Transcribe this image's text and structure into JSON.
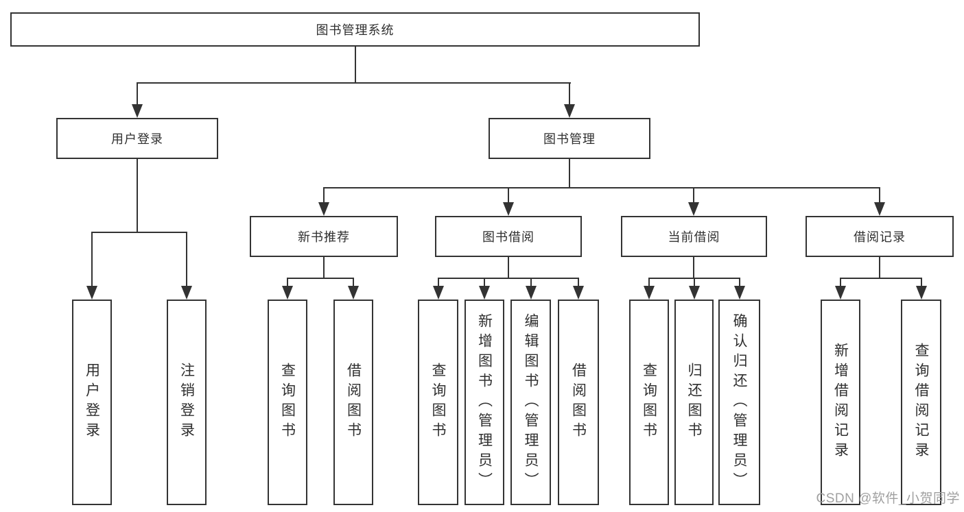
{
  "diagram": {
    "root": {
      "label": "图书管理系统"
    },
    "branches": [
      {
        "label": "用户登录",
        "children": [
          {
            "label": "用户登录"
          },
          {
            "label": "注销登录"
          }
        ]
      },
      {
        "label": "图书管理",
        "children": [
          {
            "label": "新书推荐",
            "children": [
              {
                "label": "查询图书"
              },
              {
                "label": "借阅图书"
              }
            ]
          },
          {
            "label": "图书借阅",
            "children": [
              {
                "label": "查询图书"
              },
              {
                "label": "新增图书（管理员）"
              },
              {
                "label": "编辑图书（管理员）"
              },
              {
                "label": "借阅图书"
              }
            ]
          },
          {
            "label": "当前借阅",
            "children": [
              {
                "label": "查询图书"
              },
              {
                "label": "归还图书"
              },
              {
                "label": "确认归还（管理员）"
              }
            ]
          },
          {
            "label": "借阅记录",
            "children": [
              {
                "label": "新增借阅记录"
              },
              {
                "label": "查询借阅记录"
              }
            ]
          }
        ]
      }
    ]
  },
  "watermark": {
    "text": "CSDN @软件_小贺同学"
  },
  "colors": {
    "line": "#333333",
    "text": "#2f2f2f",
    "background": "#ffffff",
    "watermark": "#a0a0a0"
  }
}
